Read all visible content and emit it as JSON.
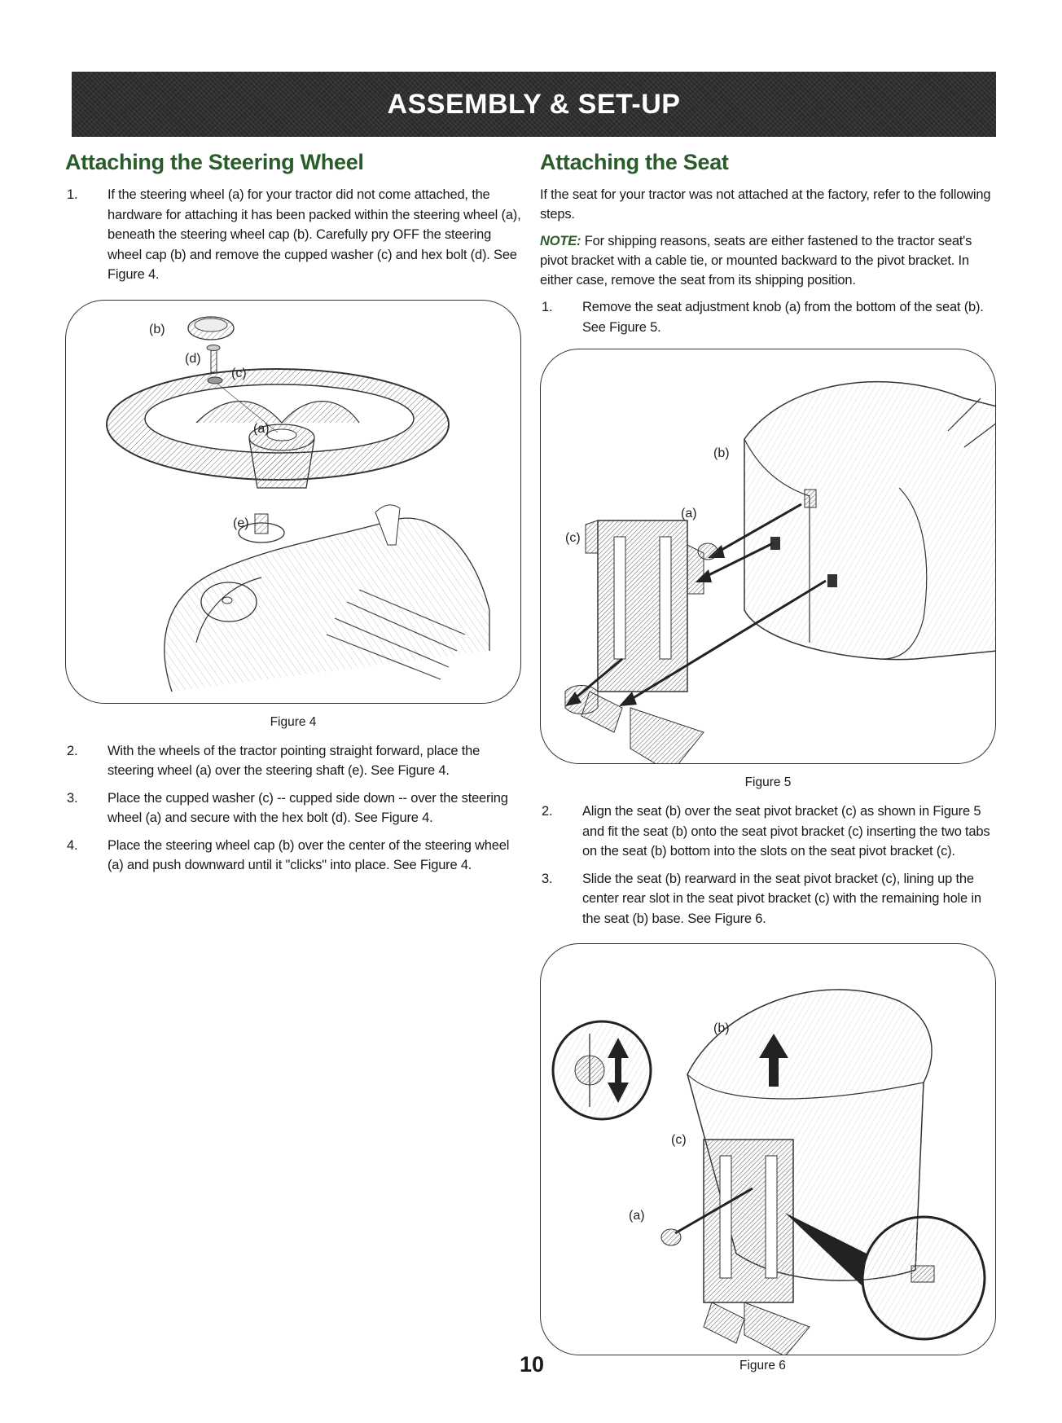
{
  "banner": {
    "title": "ASSEMBLY & SET-UP"
  },
  "steering": {
    "heading": "Attaching the Steering Wheel",
    "steps": [
      {
        "num": "1.",
        "text": "If the steering wheel (a) for your tractor did not come attached, the hardware for attaching it has been packed within the steering wheel (a), beneath the steering wheel cap (b). Carefully pry OFF the steering wheel cap (b) and remove the cupped washer (c) and hex bolt (d). See Figure 4."
      },
      {
        "num": "2.",
        "text": "With the wheels of the tractor pointing straight forward, place the steering wheel (a) over the steering shaft (e). See Figure 4."
      },
      {
        "num": "3.",
        "text": "Place the cupped washer (c) -- cupped side down -- over the steering wheel (a) and secure with the hex bolt (d). See Figure 4."
      },
      {
        "num": "4.",
        "text": "Place the steering wheel cap (b) over the center of the steering wheel (a) and push downward until it \"clicks\" into place. See Figure 4."
      }
    ],
    "figure": {
      "caption": "Figure 4",
      "labels": {
        "b": "(b)",
        "d": "(d)",
        "c": "(c)",
        "a": "(a)",
        "e": "(e)"
      }
    }
  },
  "seat": {
    "heading": "Attaching the Seat",
    "intro": "If the seat for your tractor was not attached at the factory, refer to the following steps.",
    "note_label": "NOTE:",
    "note_text": " For shipping reasons, seats are either fastened to the tractor seat's pivot bracket with a cable tie, or mounted backward to the pivot bracket. In either case, remove the seat from its shipping position.",
    "steps": [
      {
        "num": "1.",
        "text": "Remove the seat adjustment knob (a) from the bottom of the seat (b). See Figure 5."
      },
      {
        "num": "2.",
        "text": "Align the seat (b) over the seat pivot bracket (c) as shown in Figure 5 and fit the seat (b) onto the seat pivot bracket (c) inserting the two tabs on the seat (b) bottom into the slots on the seat pivot bracket (c)."
      },
      {
        "num": "3.",
        "text": "Slide the seat (b) rearward in the seat pivot bracket (c), lining up the center rear slot in the seat pivot bracket (c) with the remaining hole in the seat (b) base. See Figure 6."
      }
    ],
    "figure5": {
      "caption": "Figure 5",
      "labels": {
        "b": "(b)",
        "a": "(a)",
        "c": "(c)"
      }
    },
    "figure6": {
      "caption": "Figure 6",
      "labels": {
        "b": "(b)",
        "c": "(c)",
        "a": "(a)"
      }
    }
  },
  "page": {
    "number": "10"
  }
}
